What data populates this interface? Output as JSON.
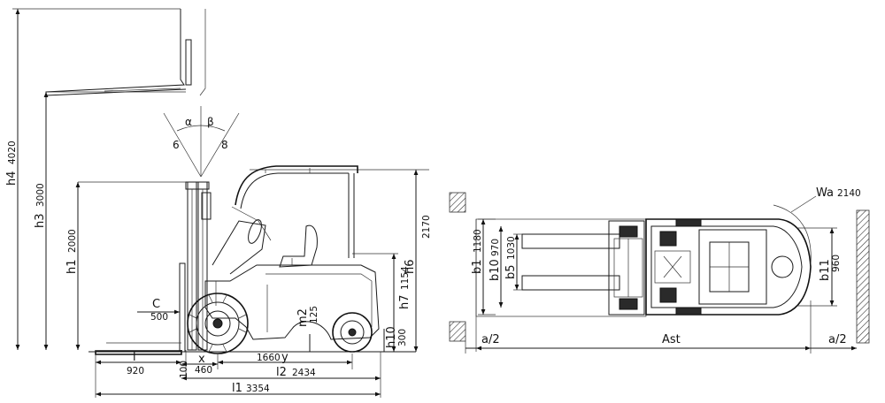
{
  "side_view": {
    "h4": {
      "sym": "h4",
      "val": "4020"
    },
    "h3": {
      "sym": "h3",
      "val": "3000"
    },
    "h1": {
      "sym": "h1",
      "val": "2000"
    },
    "h6": {
      "sym": "h6",
      "val": "2170"
    },
    "h7": {
      "sym": "h7",
      "val": "1154"
    },
    "h10": {
      "sym": "h10",
      "val": "300"
    },
    "m2": {
      "sym": "m2",
      "val": "125"
    },
    "c": {
      "sym": "C",
      "val": "500"
    },
    "l": {
      "sym": "l",
      "val": "920"
    },
    "s": {
      "val": "100"
    },
    "x": {
      "sym": "x",
      "val": "460"
    },
    "y": {
      "sym": "y",
      "val": "1660"
    },
    "l2": {
      "sym": "l2",
      "val": "2434"
    },
    "l1": {
      "sym": "l1",
      "val": "3354"
    },
    "tilt": {
      "alpha": "α",
      "beta": "β",
      "alpha_val": "6",
      "beta_val": "8"
    }
  },
  "top_view": {
    "wa": {
      "sym": "Wa",
      "val": "2140"
    },
    "b1": {
      "sym": "b1",
      "val": "1180"
    },
    "b10": {
      "sym": "b10",
      "val": "970"
    },
    "b5": {
      "sym": "b5",
      "val": "1030"
    },
    "b11": {
      "sym": "b11",
      "val": "960"
    },
    "a2_left": "a/2",
    "ast": "Ast",
    "a2_right": "a/2"
  }
}
